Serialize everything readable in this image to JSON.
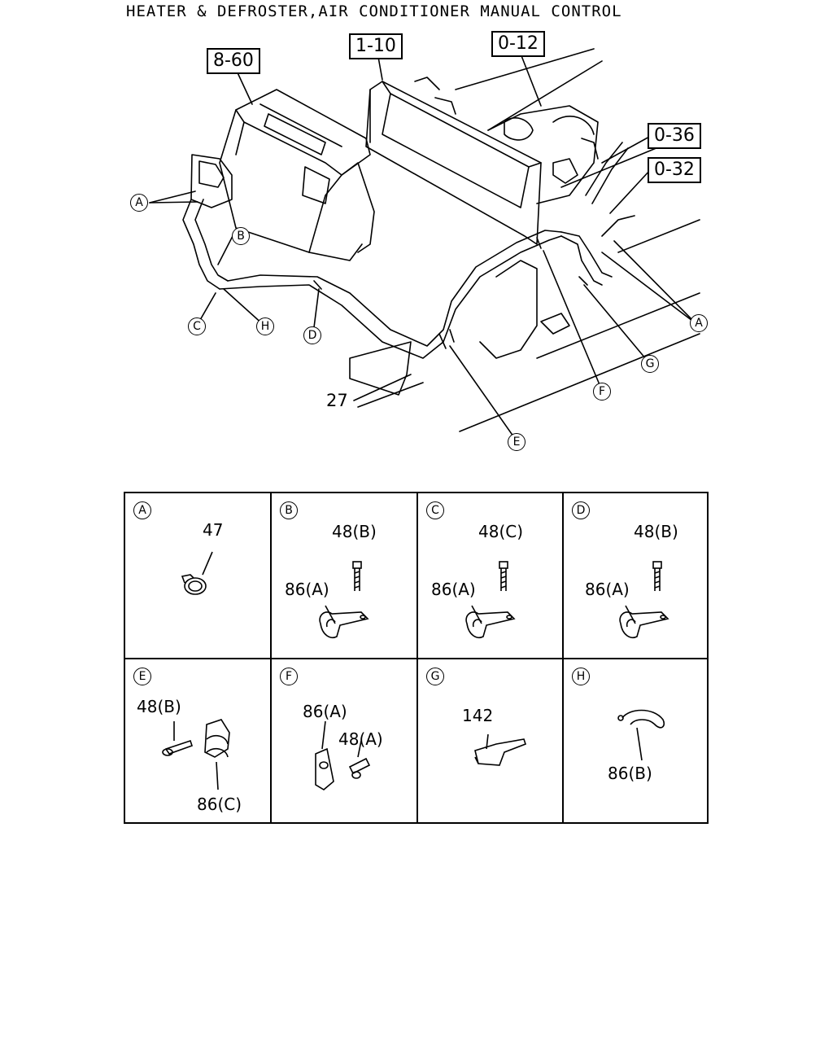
{
  "title": "HEATER & DEFROSTER,AIR CONDITIONER MANUAL CONTROL",
  "ref_boxes": {
    "r1": "8-60",
    "r2": "1-10",
    "r3": "0-12",
    "r4": "0-36",
    "r5": "0-32"
  },
  "callouts": {
    "a_left": "A",
    "b": "B",
    "c": "C",
    "h": "H",
    "d": "D",
    "e": "E",
    "f": "F",
    "g": "G",
    "a_right": "A"
  },
  "main_parts": {
    "p27": "27"
  },
  "cells": [
    {
      "letter": "A",
      "labels": [
        "47"
      ]
    },
    {
      "letter": "B",
      "labels": [
        "48(B)",
        "86(A)"
      ]
    },
    {
      "letter": "C",
      "labels": [
        "48(C)",
        "86(A)"
      ]
    },
    {
      "letter": "D",
      "labels": [
        "48(B)",
        "86(A)"
      ]
    },
    {
      "letter": "E",
      "labels": [
        "48(B)",
        "86(C)"
      ]
    },
    {
      "letter": "F",
      "labels": [
        "86(A)",
        "48(A)"
      ]
    },
    {
      "letter": "G",
      "labels": [
        "142"
      ]
    },
    {
      "letter": "H",
      "labels": [
        "86(B)"
      ]
    }
  ]
}
